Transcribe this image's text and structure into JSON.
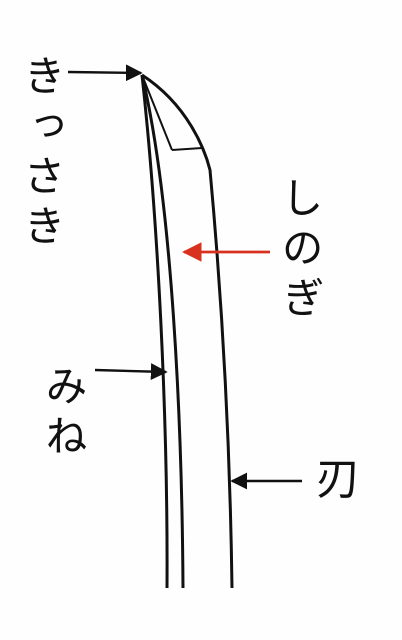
{
  "labels": {
    "kissaki": "きっさき",
    "shinogi": "しのぎ",
    "mune": "みね",
    "ha": "刃"
  },
  "colors": {
    "ink": "#111111",
    "highlight_arrow": "#d8321f"
  }
}
